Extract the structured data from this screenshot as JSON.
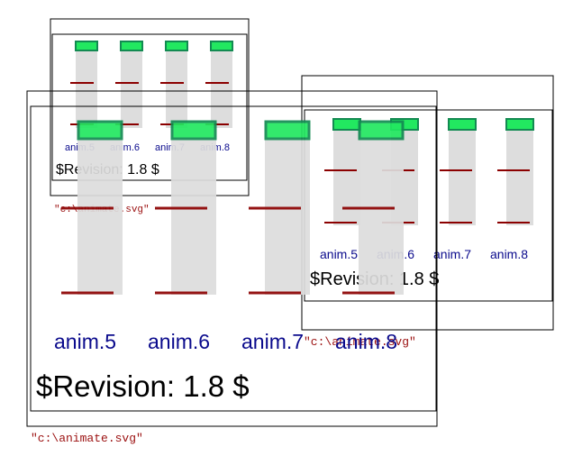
{
  "colors": {
    "background": "#ffffff",
    "frame": "#000000",
    "track": "#dddddd",
    "marker": "#8b0000",
    "cap_fill": "#22e860",
    "cap_stroke": "#138a52",
    "label": "#0a0a8c",
    "path_text": "#9b1010"
  },
  "front": {
    "labels": [
      "anim.5",
      "anim.6",
      "anim.7",
      "anim.8"
    ],
    "revision": "$Revision: 1.8 $",
    "file": "\"c:\\animate.svg\""
  },
  "back_left": {
    "labels": [
      "anim.5",
      "anim.6",
      "anim.7",
      "anim.8"
    ],
    "revision": "$Revision: 1.8 $",
    "file": "\"c:\\animate.svg\""
  },
  "back_right": {
    "labels": [
      "anim.5",
      "anim.6",
      "anim.7",
      "anim.8"
    ],
    "revision": "$Revision: 1.8 $",
    "file": "\"c:\\animate.svg\""
  }
}
